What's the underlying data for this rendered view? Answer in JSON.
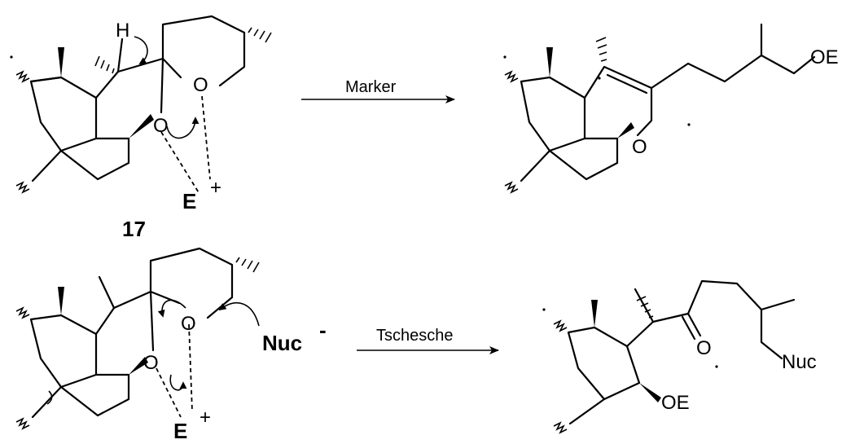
{
  "reactions": [
    {
      "reagent": "Marker"
    },
    {
      "reagent": "Tschesche"
    }
  ],
  "compound_number": "17",
  "atoms": {
    "H": "H",
    "O": "O",
    "E": "E",
    "plus": "+",
    "minus": "-",
    "Nuc": "Nuc",
    "OE": "OE"
  }
}
